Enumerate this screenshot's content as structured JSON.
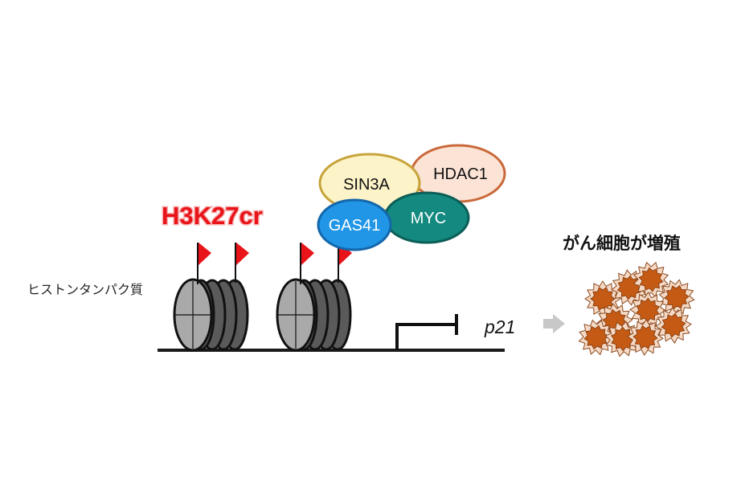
{
  "labels": {
    "histone_mark": "H3K27cr",
    "histone_protein": "ヒストンタンパク質",
    "gene": "p21",
    "outcome": "がん細胞が増殖"
  },
  "proteins": [
    {
      "name": "SIN3A",
      "fill": "#fdf3c8",
      "stroke": "#c7a43b"
    },
    {
      "name": "HDAC1",
      "fill": "#fbe3d5",
      "stroke": "#c9693a"
    },
    {
      "name": "GAS41",
      "fill": "#2196e6",
      "stroke": "#1467ab"
    },
    {
      "name": "MYC",
      "fill": "#14897f",
      "stroke": "#0b5e58"
    }
  ],
  "colors": {
    "flag": "#e8141a",
    "histone_core": "#a9a9a9",
    "histone_dark": "#5a5a5a",
    "dna": "#1a1a1a",
    "arrow": "#c8c8c8",
    "cell_fill": "#c55a14",
    "cell_border": "#f6d9c4",
    "label_red": "#e8141a"
  }
}
